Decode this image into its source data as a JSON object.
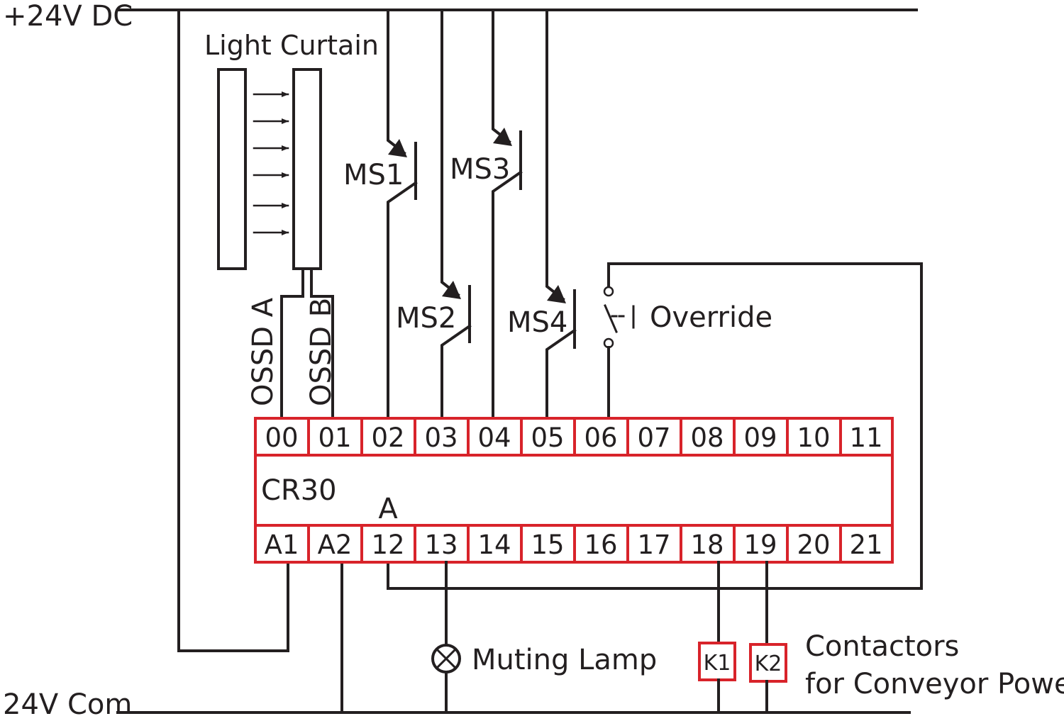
{
  "rails": {
    "positive": "+24V DC",
    "common": "24V Com"
  },
  "light_curtain": {
    "title": "Light Curtain",
    "output_a": "OSSD A",
    "output_b": "OSSD B"
  },
  "sensors": {
    "ms1": "MS1",
    "ms2": "MS2",
    "ms3": "MS3",
    "ms4": "MS4"
  },
  "override": {
    "label": "Override"
  },
  "module": {
    "name": "CR30",
    "marker": "A",
    "top_terminals": [
      "00",
      "01",
      "02",
      "03",
      "04",
      "05",
      "06",
      "07",
      "08",
      "09",
      "10",
      "11"
    ],
    "bottom_terminals": [
      "A1",
      "A2",
      "12",
      "13",
      "14",
      "15",
      "16",
      "17",
      "18",
      "19",
      "20",
      "21"
    ]
  },
  "muting_lamp": {
    "label": "Muting Lamp"
  },
  "contactors": {
    "k1": "K1",
    "k2": "K2",
    "line1": "Contactors",
    "line2": "for Conveyor Power"
  }
}
